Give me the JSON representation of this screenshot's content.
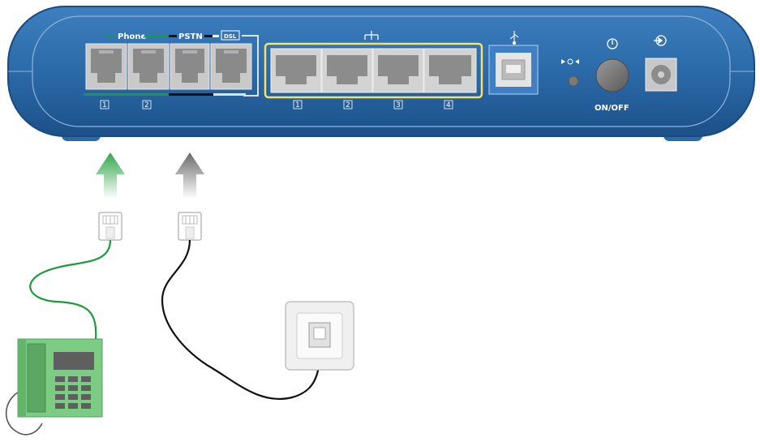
{
  "router": {
    "phone_label": "Phone",
    "pstn_label": "PSTN",
    "dsl_label": "DSL",
    "phone_ports": [
      "1",
      "2"
    ],
    "lan_ports": [
      "1",
      "2",
      "3",
      "4"
    ],
    "onoff_label": "ON/OFF",
    "icons": {
      "lan": "network-icon",
      "usb": "usb-icon",
      "reset": "reset-icon",
      "power": "power-icon",
      "power_in": "power-input-icon"
    }
  },
  "colors": {
    "router_body": "#1f5d97",
    "router_panel": "#2f74b5",
    "lan_highlight": "#f2e26a",
    "phone_cable": "#1a9b3c",
    "pstn_cable": "#111111",
    "green_arrow": "#33b04a",
    "gray_arrow": "#7f7f7f",
    "telephone": "#7ccc84"
  }
}
